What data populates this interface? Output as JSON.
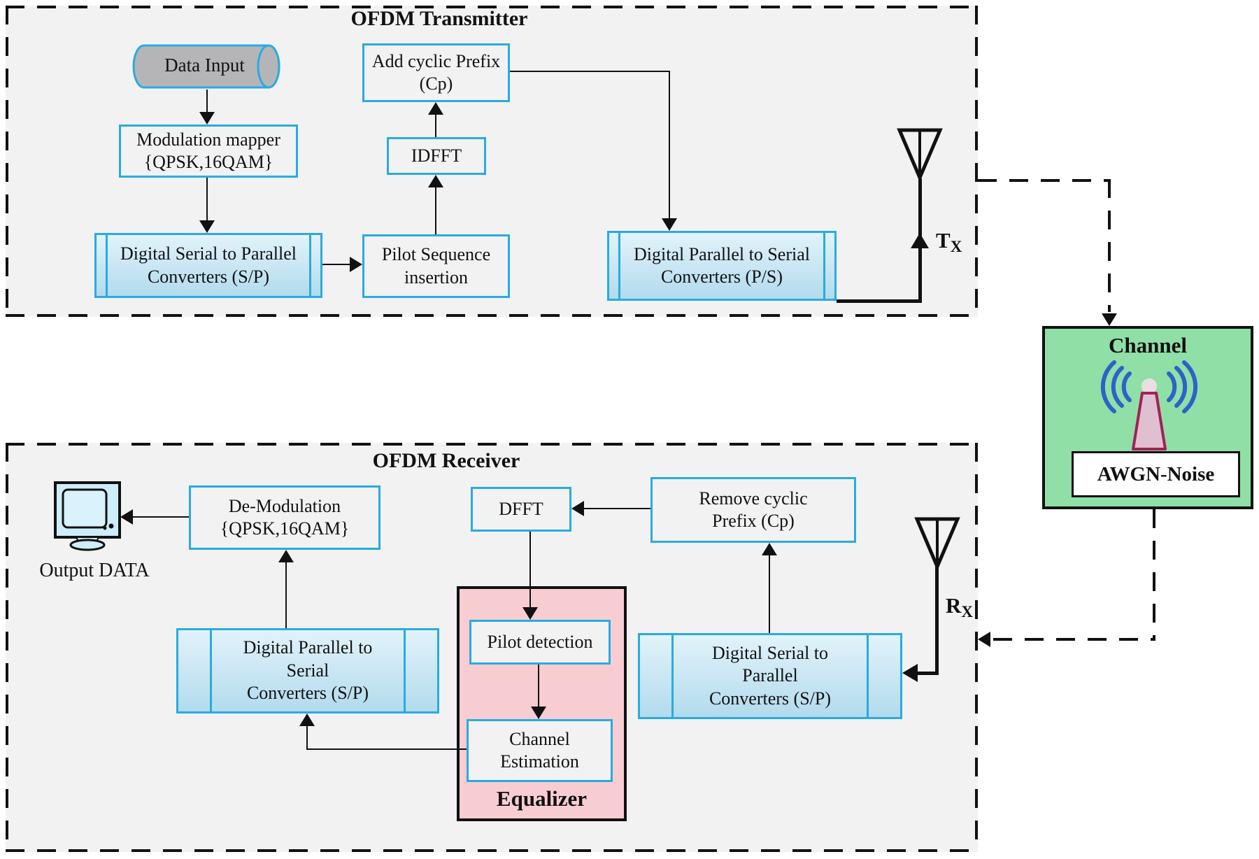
{
  "colors": {
    "accent_blue": "#29abe2",
    "channel_green": "#90dfa7",
    "equalizer_pink": "#f8cdd2",
    "cylinder_gray": "#b5b5b7",
    "line_black": "#111111"
  },
  "transmitter": {
    "title": "OFDM Transmitter",
    "data_input": "Data Input",
    "modulation_mapper": "Modulation mapper\n{QPSK,16QAM}",
    "serial_to_parallel": "Digital Serial to Parallel\nConverters (S/P)",
    "pilot_insertion": "Pilot Sequence\ninsertion",
    "idfft": "IDFFT",
    "add_cyclic_prefix": "Add cyclic Prefix\n(Cp)",
    "parallel_to_serial": "Digital Parallel to Serial\nConverters (P/S)",
    "antenna_label": "T",
    "antenna_sub": "X"
  },
  "channel": {
    "title": "Channel",
    "noise": "AWGN-Noise"
  },
  "receiver": {
    "title": "OFDM Receiver",
    "output_data": "Output DATA",
    "demodulation": "De-Modulation\n{QPSK,16QAM}",
    "dfft": "DFFT",
    "remove_cyclic_prefix": "Remove cyclic\nPrefix (Cp)",
    "parallel_to_serial": "Digital Parallel to\nSerial\nConverters (S/P)",
    "pilot_detection": "Pilot detection",
    "channel_estimation": "Channel\nEstimation",
    "equalizer": "Equalizer",
    "serial_to_parallel": "Digital Serial to\nParallel\nConverters (S/P)",
    "antenna_label": "R",
    "antenna_sub": "X"
  }
}
